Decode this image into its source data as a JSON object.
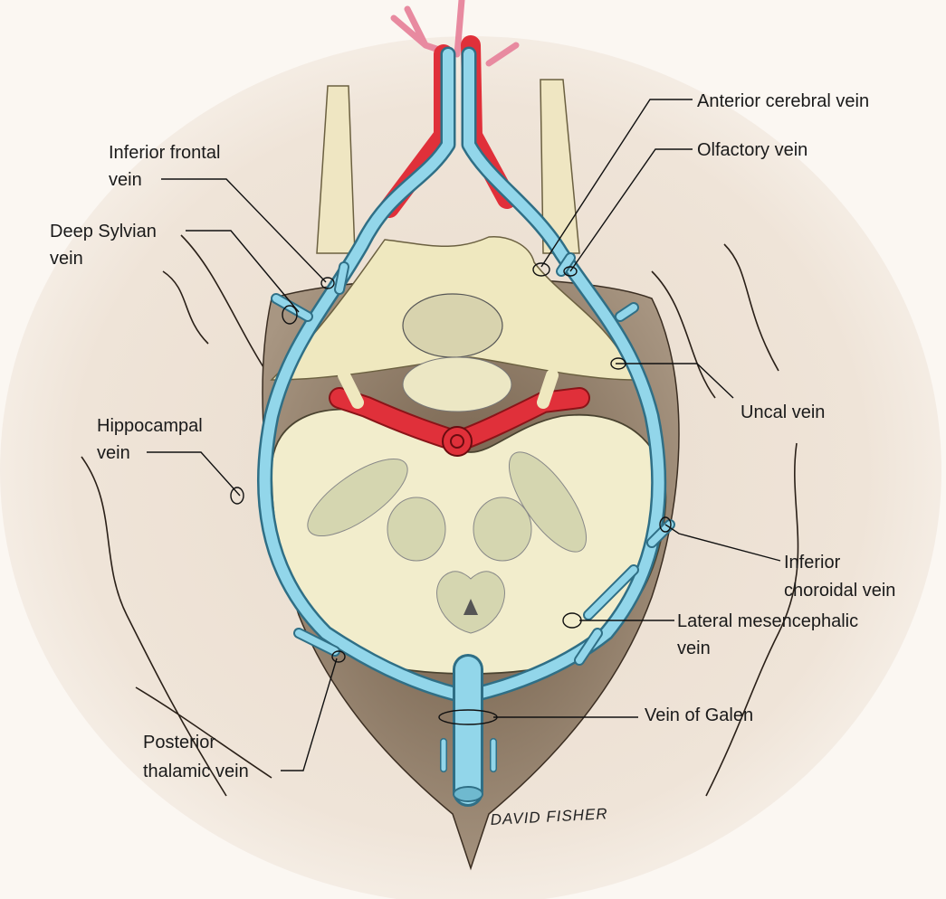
{
  "labels": {
    "anterior_cerebral": "Anterior cerebral vein",
    "olfactory": "Olfactory vein",
    "inferior_frontal_1": "Inferior frontal",
    "inferior_frontal_2": "vein",
    "deep_sylvian_1": "Deep Sylvian",
    "deep_sylvian_2": "vein",
    "uncal": "Uncal vein",
    "hippocampal_1": "Hippocampal",
    "hippocampal_2": "vein",
    "inferior_choroidal_1": "Inferior",
    "inferior_choroidal_2": "choroidal vein",
    "lateral_mesencephalic_1": "Lateral mesencephalic",
    "lateral_mesencephalic_2": "vein",
    "vein_of_galen": "Vein of Galen",
    "posterior_thalamic_1": "Posterior",
    "posterior_thalamic_2": "thalamic vein"
  },
  "signature": "DAVID FISHER",
  "colors": {
    "vein": "#92d6ea",
    "artery": "#e0303a",
    "tissue": "#f2edcc",
    "background": "#f3e9df"
  }
}
